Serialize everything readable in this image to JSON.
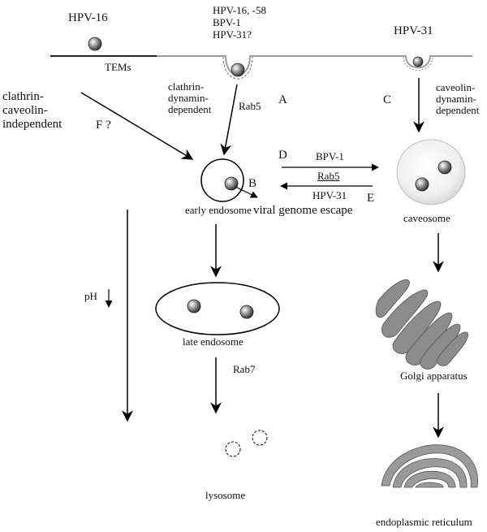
{
  "virus_labels": {
    "hpv16": "HPV-16",
    "hpv_multi_line1": "HPV-16, -58",
    "hpv_multi_line2": "BPV-1",
    "hpv_multi_line3": "HPV-31?",
    "hpv31": "HPV-31"
  },
  "membrane": {
    "tems": "TEMs"
  },
  "pathways": {
    "clathrin_caveolin_independent": "clathrin-\ncaveolin-\nindependent",
    "clathrin_dynamin_dependent": "clathrin-\ndynamin-\ndependent",
    "caveolin_dynamin_dependent": "caveolin-\ndynamin-\ndependent"
  },
  "route_letters": {
    "a": "A",
    "b": "B",
    "c": "C",
    "d": "D",
    "e": "E",
    "f": "F ?"
  },
  "regulators": {
    "rab5_top": "Rab5",
    "bpv1_arrow": "BPV-1",
    "rab5_mid": "Rab5",
    "hpv31_arrow": "HPV-31",
    "rab7": "Rab7",
    "ph": "pH"
  },
  "compartments": {
    "early_endosome": "early endosome",
    "viral_genome_escape": "viral genome escape",
    "caveosome": "caveosome",
    "late_endosome": "late endosome",
    "golgi": "Golgi apparatus",
    "lysosome": "lysosome",
    "er": "endoplasmic reticulum"
  }
}
